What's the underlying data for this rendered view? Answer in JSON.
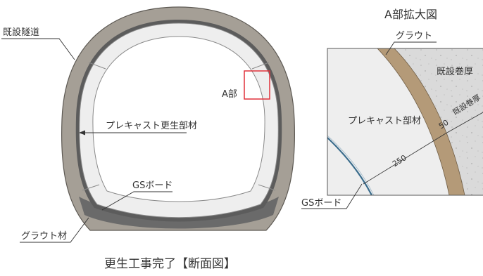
{
  "labels": {
    "existing_tunnel": "既設隧道",
    "part_a": "A部",
    "precast_member_main": "プレキャスト更生部材",
    "gs_board_main": "GSボード",
    "grout_material": "グラウト材",
    "caption": "更生工事完了【断面図】",
    "detail_title": "A部拡大図",
    "grout": "グラウト",
    "existing_lining": "既設巻厚",
    "precast_member_detail": "プレキャスト部材",
    "dim_50": "50",
    "existing_lining_dim": "既設巻厚",
    "dim_250": "250",
    "gs_board_detail": "GSボード"
  },
  "colors": {
    "outer_lining": "#a59f96",
    "outer_stroke": "#5d5953",
    "precast": "#eeeeee",
    "precast_stroke": "#8a8a8a",
    "gs_band": "#6a6a6a",
    "grout_band": "#b49a78",
    "concrete": "#dadada",
    "highlight": "#e0303a",
    "text": "#333333",
    "board_blue": "#3a6c8c"
  }
}
